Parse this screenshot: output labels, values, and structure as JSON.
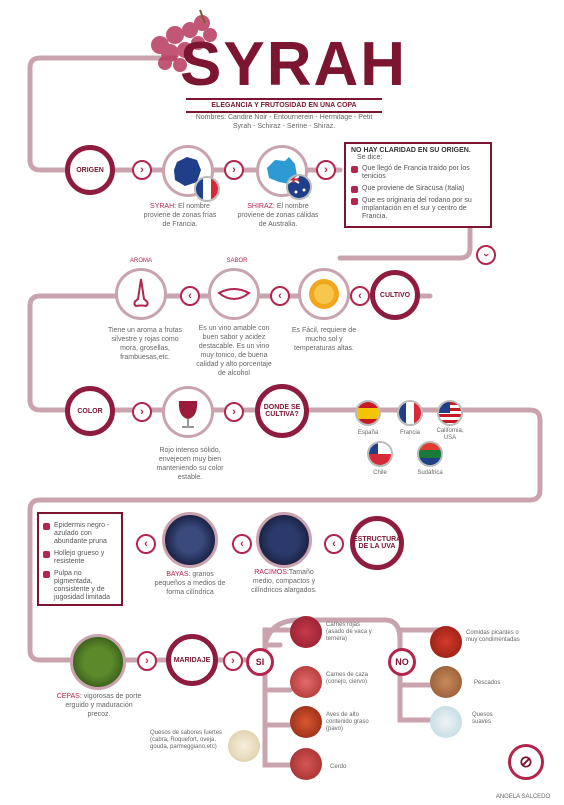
{
  "header": {
    "title": "SYRAH",
    "subtitle": "ELEGANCIA Y FRUTOSIDAD EN UNA COPA",
    "names": "Nombres: Candire Noir - Entournerein - Hermitage - Petit Syrah - Schiraz - Serine - Shiraz."
  },
  "origen": {
    "label": "ORIGEN",
    "syrah_prefix": "SYRAH:",
    "syrah_text": " El nombre proviene de zonas frías de Francia.",
    "shiraz_prefix": "SHIRAZ:",
    "shiraz_text": " El nombre proviene de zonas cálidas de Australia.",
    "box_title": "NO HAY CLARIDAD EN SU ORIGEN.",
    "box_sub": "Se dice:",
    "box_items": [
      "Que llegó de Francia traído por los tenicios",
      "Que proviene de Siracusa (Italia)",
      "Que es originaria del rodano por su implantación en el sur y centro de Francia."
    ]
  },
  "cultivo": {
    "label": "CULTIVO",
    "aroma_word": "AROMA",
    "sabor_word": "SABOR",
    "aroma_text": "Tiene un aroma a frutas silvestre y rojas como mora, grosellas, frambuesas,etc.",
    "sabor_text": "Es un vino amable con buen sabor y acidez destacable. Es un vino muy tonico, de buena calidad y alto porcentaje de alcohol",
    "sol_text": "Es Fácil, requiere de mucho sol y temperaturas altas."
  },
  "color": {
    "label": "COLOR",
    "text": "Rojo intenso sólido, envejecen muy bien manteniendo su color estable."
  },
  "donde": {
    "label": "DONDE SE CULTIVA?",
    "countries": [
      "España",
      "Francia",
      "California, USA",
      "Chile",
      "Sudáfrica"
    ]
  },
  "estructura": {
    "label": "ESTRUCTURA DE LA UVA",
    "racimos_prefix": "RACIMOS:",
    "racimos_text": "Tamaño medio, compactos y cilíndricos alargados.",
    "bayas_prefix": "BAYAS:",
    "bayas_text": " granos pequeños a medios de forma cilíndrica",
    "box_items": [
      "Epidermis negro - azulado con abundante pruna",
      "Hollejo grueso y resistente",
      "Pulpa no pigmentada, consistente y de jugosidad limitada"
    ]
  },
  "cepas": {
    "prefix": "CEPAS:",
    "text": " vigorosas de porte erguido y maduración precoz."
  },
  "maridaje": {
    "label": "MARIDAJE",
    "si_label": "SI",
    "no_label": "NO",
    "si_items": [
      "Carnes rojas (asado de vaca y ternera)",
      "Carnes de caza (conejo, ciervo)",
      "Aves de alto contenido graso (pavo)",
      "Quesos de sabores fuertes (cabra, Roquefort, oveja, gouda, parmeggiano,etc)",
      "Cerdo"
    ],
    "no_items": [
      "Comidas picantes o muy condimentadas",
      "Pescados",
      "Quesos suaves"
    ]
  },
  "footer": {
    "author": "ANGELA SALCEDO"
  },
  "colors": {
    "wine": "#7b1530",
    "accent": "#b3254c",
    "path": "#c9a4ae"
  }
}
